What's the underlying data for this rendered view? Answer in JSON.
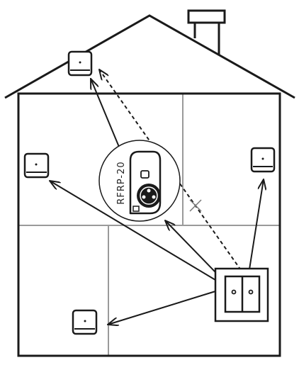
{
  "diagram": {
    "repeater": {
      "label": "RFRP-20"
    },
    "icons": {
      "house": "house-outline",
      "receiver": "wireless-receiver-unit",
      "repeater": "plug-in-repeater",
      "switch": "double-wall-switch-transmitter",
      "blocked": "blocked-signal-cross"
    },
    "colors": {
      "line": "#1a1a1a",
      "room_walls": "#9a9a9a",
      "blocked_path": "#777777"
    }
  }
}
